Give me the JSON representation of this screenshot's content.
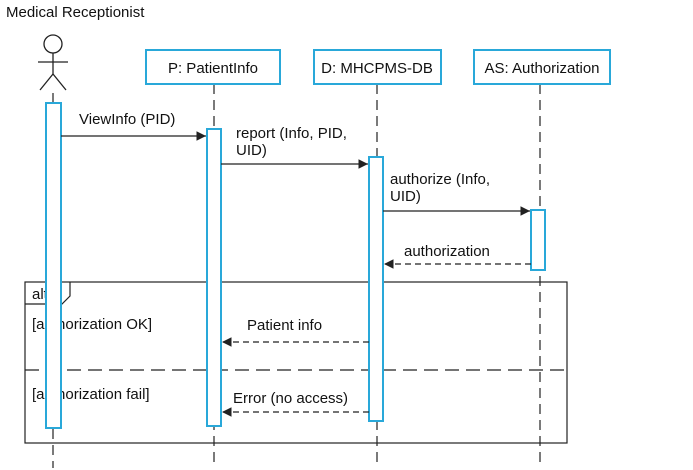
{
  "actor": {
    "label": "Medical Receptionist"
  },
  "participants": [
    {
      "label": "P: PatientInfo"
    },
    {
      "label": "D: MHCPMS-DB"
    },
    {
      "label": "AS: Authorization"
    }
  ],
  "messages": {
    "view_info": "ViewInfo (PID)",
    "report_line1": "report (Info, PID,",
    "report_line2": "UID)",
    "authorize_line1": "authorize (Info,",
    "authorize_line2": "UID)",
    "authorization": "authorization",
    "patient_info": "Patient info",
    "error": "Error (no access)"
  },
  "alt_frame": {
    "label": "alt",
    "guard_ok": "[authorization OK]",
    "guard_fail": "[authorization fail]"
  },
  "colors": {
    "accent": "#29a8d9",
    "line": "#222222"
  }
}
